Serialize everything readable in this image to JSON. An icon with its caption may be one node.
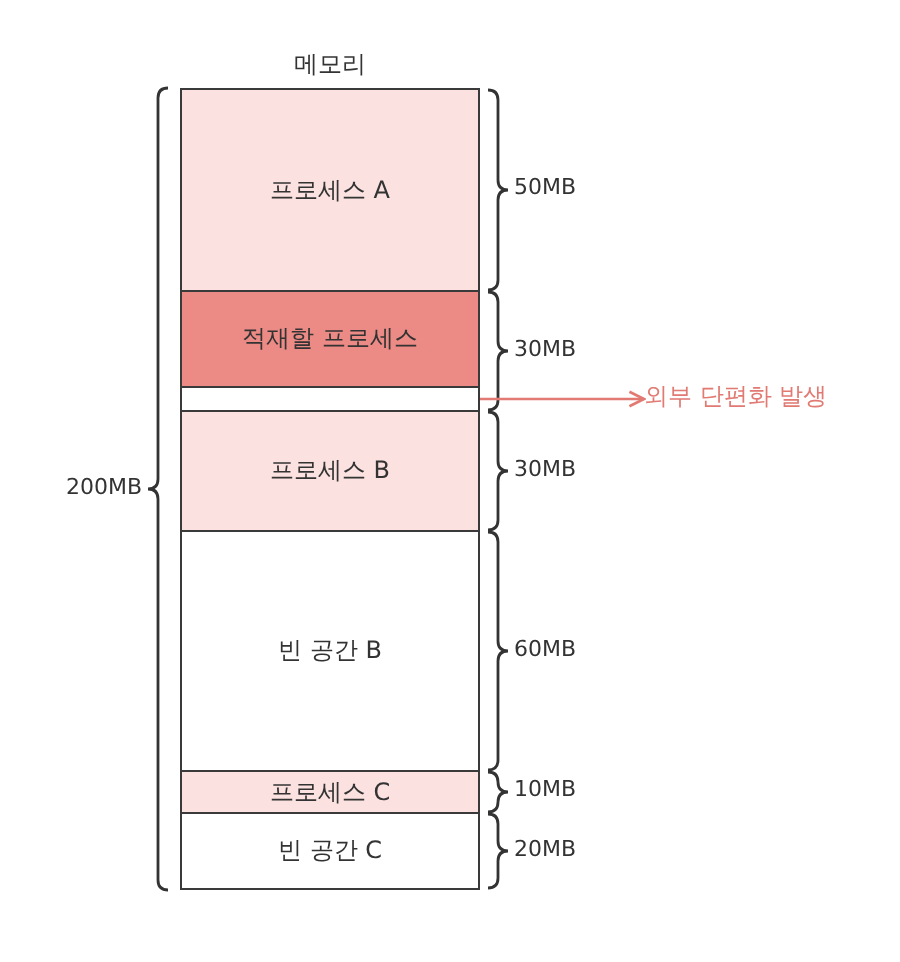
{
  "diagram": {
    "nodes": [
      {
        "text": [
          "메모리"
        ],
        "beside": [
          "200MB"
        ]
      },
      {
        "text": [
          "프로세스 A"
        ],
        "in": 0,
        "beside": [
          "50MB"
        ]
      },
      {
        "text": [
          "적재할 프로세스"
        ],
        "in": 0,
        "beside": [
          "30MB"
        ]
      },
      {
        "text": [],
        "shape": "box",
        "in": 0
      },
      {
        "text": [
          "프로세스 B"
        ],
        "in": 0,
        "beside": [
          "30MB"
        ]
      },
      {
        "text": [
          "빈 공간 B"
        ],
        "in": 0,
        "beside": [
          "60MB"
        ]
      },
      {
        "text": [
          "프로세스 C"
        ],
        "in": 0,
        "beside": [
          "10MB"
        ]
      },
      {
        "text": [
          "빈 공간 C"
        ],
        "in": 0,
        "beside": [
          "20MB"
        ]
      },
      {
        "text": [
          "외부 단편화 발생"
        ]
      }
    ],
    "edges": [
      {
        "from": 3,
        "to": 8,
        "arrow": "to",
        "color": "#e07a72"
      }
    ]
  }
}
